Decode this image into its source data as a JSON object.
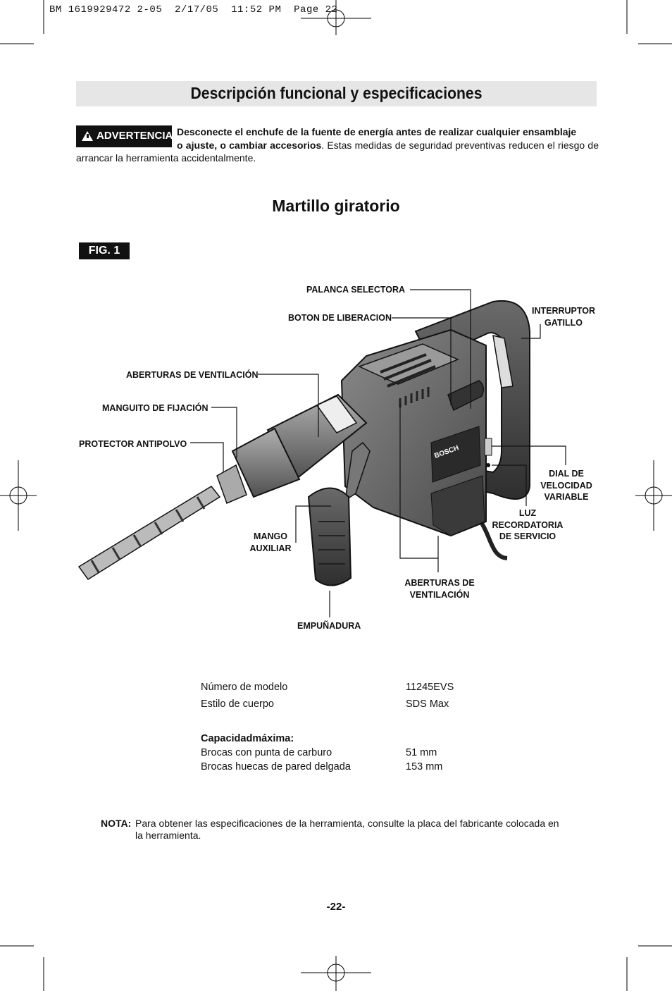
{
  "slug": "BM 1619929472 2-05  2/17/05  11:52 PM  Page 22",
  "title": "Descripción funcional y especificaciones",
  "warning": {
    "badge": "ADVERTENCIA",
    "bold_line1": "Desconecte el enchufe de la fuente de energía antes de realizar cualquier ensamblaje",
    "bold_line2": "o ajuste, o cambiar accesorios",
    "text": ".  Estas medidas de seguridad preventivas reducen el riesgo de arrancar la herramienta accidentalmente."
  },
  "subtitle": "Martillo giratorio",
  "fig_label": "FIG. 1",
  "callouts": {
    "palanca": "PALANCA SELECTORA",
    "boton": "BOTON DE LIBERACION",
    "interruptor_1": "INTERRUPTOR",
    "interruptor_2": "GATILLO",
    "aberturas_top": "ABERTURAS DE VENTILACIÓN",
    "manguito": "MANGUITO DE FIJACIÓN",
    "protector": "PROTECTOR ANTIPOLVO",
    "dial_1": "DIAL DE",
    "dial_2": "VELOCIDAD",
    "dial_3": "VARIABLE",
    "luz_1": "LUZ",
    "luz_2": "RECORDATORIA",
    "luz_3": "DE SERVICIO",
    "mango_1": "MANGO",
    "mango_2": "AUXILIAR",
    "aberturas_bot_1": "ABERTURAS DE",
    "aberturas_bot_2": "VENTILACIÓN",
    "empunadura": "EMPUÑADURA"
  },
  "brand": "BOSCH",
  "specs": {
    "rows": [
      {
        "label": "Número de modelo",
        "value": "11245EVS"
      },
      {
        "label": "Estilo de cuerpo",
        "value": "SDS Max"
      }
    ],
    "capacity_heading": "Capacidadmáxima:",
    "capacity_rows": [
      {
        "label": "Brocas con punta de carburo",
        "value": "51 mm"
      },
      {
        "label": "Brocas huecas de pared delgada",
        "value": "153 mm"
      }
    ]
  },
  "note": {
    "label": "NOTA:",
    "line1": "Para obtener las especificaciones de la herramienta, consulte la placa del fabricante colocada en",
    "line2": "la herramienta."
  },
  "page_number": "-22-"
}
